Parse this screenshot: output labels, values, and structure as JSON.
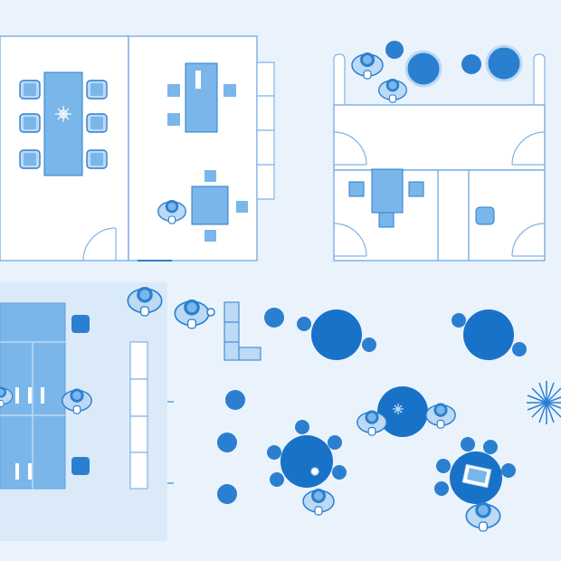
{
  "palette": {
    "background": "#eaf3fc",
    "zone": "#dbeaf9",
    "wall": "#7fb3e6",
    "room_fill": "#ffffff",
    "furniture_light": "#bcd9f5",
    "furniture_mid": "#7ab6ea",
    "furniture_dark": "#2b7fd0",
    "table_dark": "#1872c8"
  },
  "icons": {
    "person": "person-topview-icon",
    "plant": "potted-plant-icon",
    "laptop": "laptop-icon",
    "cup": "cup-icon",
    "door": "door-swing-icon"
  },
  "rooms": {
    "meeting_room": "meeting-room",
    "small_office": "small-office",
    "reception": "reception",
    "open_workspace": "open-workspace",
    "lounge": "lounge"
  }
}
